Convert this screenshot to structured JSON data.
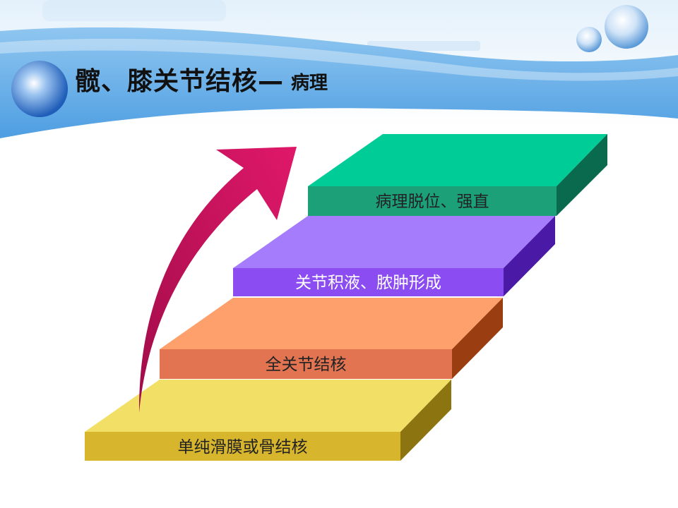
{
  "title": {
    "main": "髋、膝关节结核—",
    "sub": "病理"
  },
  "steps": [
    {
      "label": "单纯滑膜或骨结核",
      "top": "#f2e066",
      "front": "#d7b52c",
      "side": "#8c7410"
    },
    {
      "label": "全关节结核",
      "top": "#fea06c",
      "front": "#e27452",
      "side": "#9a3e12"
    },
    {
      "label": "关节积液、脓肿形成",
      "top": "#a57cfb",
      "front": "#8b4cf1",
      "side": "#4a1aa7"
    },
    {
      "label": "病理脱位、强直",
      "top": "#00cc98",
      "front": "#1ca078",
      "side": "#0a6a4e"
    }
  ],
  "colors": {
    "arrow": "#c8145a",
    "header_band": "#5aa8e6",
    "orb": "#2f6fc4"
  },
  "icons": {
    "header_orb": "sphere-orb",
    "arrow": "curved-up-arrow"
  }
}
